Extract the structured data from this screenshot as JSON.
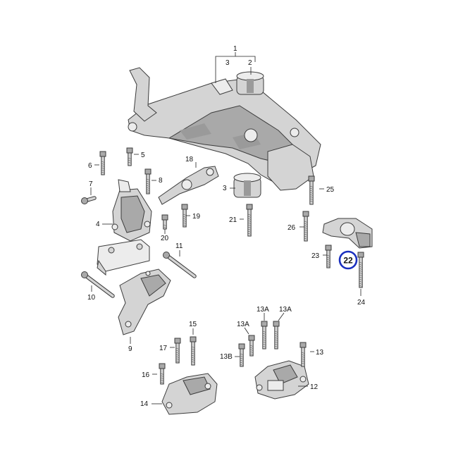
{
  "colors": {
    "highlight_ring": "#1a2fbf",
    "part_fill": "#d4d4d4",
    "part_dark": "#a9a9a9",
    "outline": "#3c3c3c"
  },
  "callouts": {
    "c1": "1",
    "c2": "2",
    "c3a": "3",
    "c3b": "3",
    "c4": "4",
    "c5": "5",
    "c6": "6",
    "c7": "7",
    "c8": "8",
    "c9": "9",
    "c10": "10",
    "c11": "11",
    "c12": "12",
    "c13": "13",
    "c13a_1": "13A",
    "c13a_2": "13A",
    "c13a_3": "13A",
    "c13b": "13B",
    "c14": "14",
    "c15": "15",
    "c16": "16",
    "c17": "17",
    "c18": "18",
    "c19": "19",
    "c20": "20",
    "c21": "21",
    "c22": "22",
    "c23": "23",
    "c24": "24",
    "c25": "25",
    "c26": "26"
  },
  "highlighted_callout": "22"
}
